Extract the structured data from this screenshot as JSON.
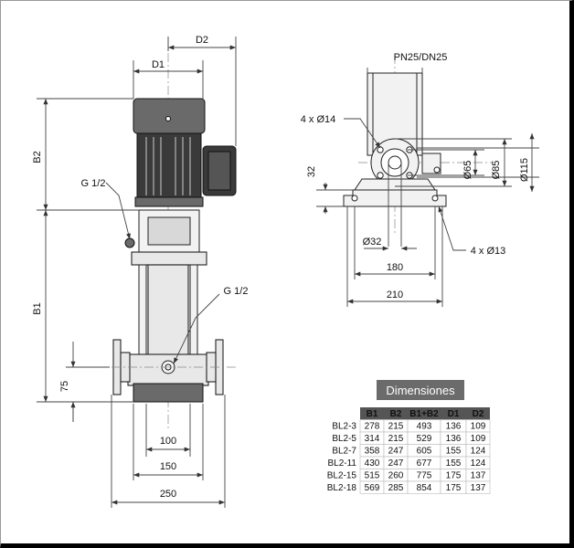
{
  "labels": {
    "d2": "D2",
    "d1": "D1",
    "b2": "B2",
    "b1": "B1",
    "g_upper": "G 1/2",
    "g_lower": "G 1/2",
    "dim_75": "75",
    "dim_100": "100",
    "dim_150": "150",
    "dim_250": "250",
    "pn": "PN25/DN25",
    "holes_14": "4 x Ø14",
    "holes_13": "4 x Ø13",
    "dim_32": "32",
    "d32": "Ø32",
    "d65": "Ø65",
    "d85": "Ø85",
    "d115": "Ø115",
    "dim_180": "180",
    "dim_210": "210"
  },
  "table": {
    "title": "Dimensiones",
    "headers": [
      "",
      "B1",
      "B2",
      "B1+B2",
      "D1",
      "D2"
    ],
    "rows": [
      [
        "BL2-3",
        "278",
        "215",
        "493",
        "136",
        "109"
      ],
      [
        "BL2-5",
        "314",
        "215",
        "529",
        "136",
        "109"
      ],
      [
        "BL2-7",
        "358",
        "247",
        "605",
        "155",
        "124"
      ],
      [
        "BL2-11",
        "430",
        "247",
        "677",
        "155",
        "124"
      ],
      [
        "BL2-15",
        "515",
        "260",
        "775",
        "175",
        "137"
      ],
      [
        "BL2-18",
        "569",
        "285",
        "854",
        "175",
        "137"
      ]
    ]
  },
  "colors": {
    "header": "#555555",
    "title": "#6b6b6b"
  }
}
